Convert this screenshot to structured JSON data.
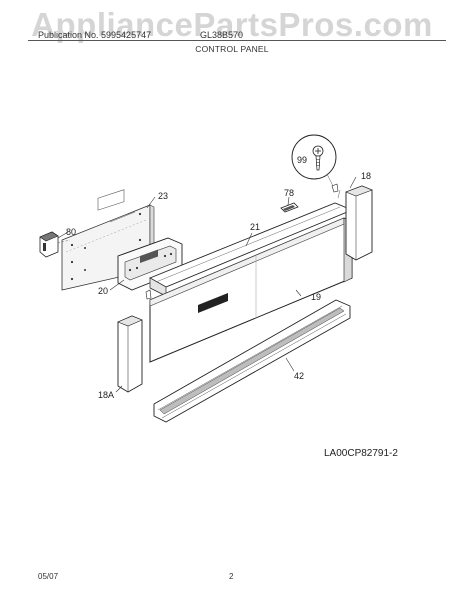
{
  "watermark": "AppliancePartsPros.com",
  "header": {
    "left_text": "Publication No. 5995425747",
    "right_text": "GL38B570",
    "title": "CONTROL PANEL"
  },
  "callouts": {
    "c23": "23",
    "c80": "80",
    "c20": "20",
    "c21": "21",
    "c78": "78",
    "c99": "99",
    "c18": "18",
    "c19": "19",
    "c18a": "18A",
    "c42": "42"
  },
  "figure_code": "LA00CP82791-2",
  "footer": {
    "date": "05/07",
    "page": "2"
  }
}
